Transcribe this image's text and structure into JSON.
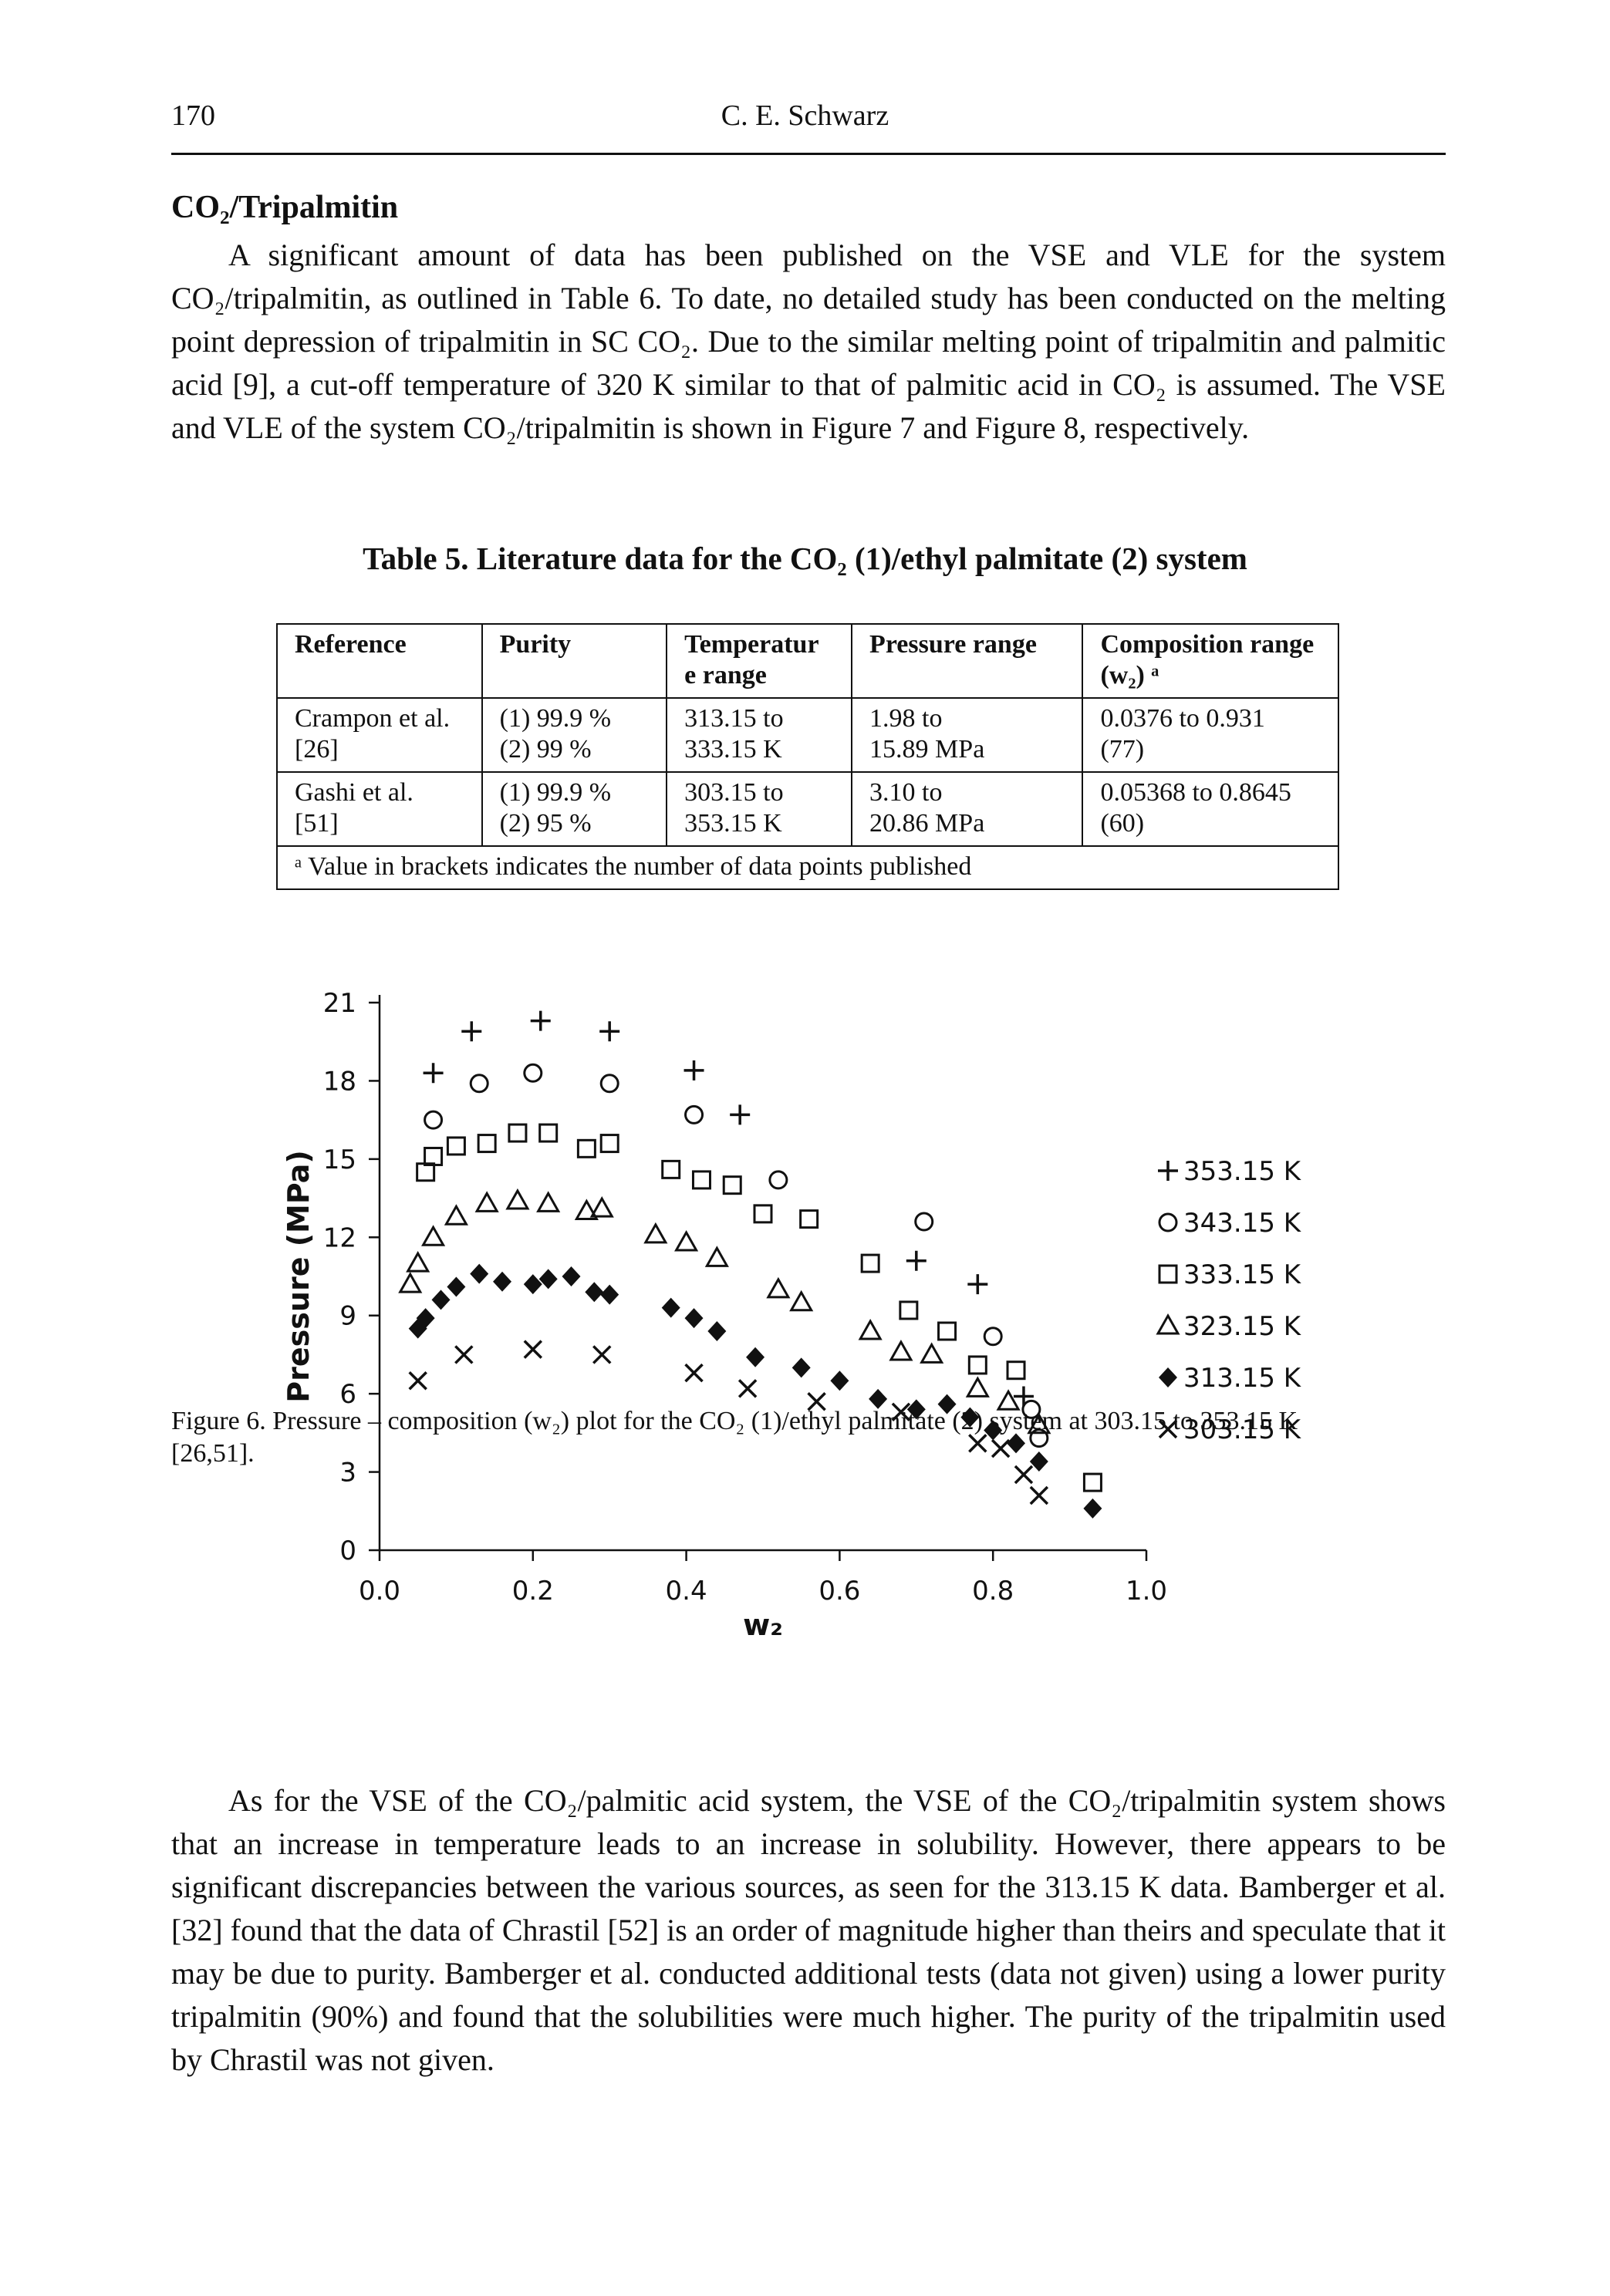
{
  "header": {
    "page_number": "170",
    "author": "C. E. Schwarz"
  },
  "section_title": "CO₂/Tripalmitin",
  "paragraph1": "A significant amount of data has been published on the VSE and VLE for the system CO₂/tripalmitin, as outlined in Table 6. To date, no detailed study has been conducted on the melting point depression of tripalmitin in SC CO₂. Due to the similar melting point of tripalmitin and palmitic acid [9], a cut-off temperature of 320 K similar to that of palmitic acid in CO₂ is assumed. The VSE and VLE of the system CO₂/tripalmitin is shown in Figure 7 and Figure 8, respectively.",
  "table": {
    "caption": "Table 5. Literature data for the CO₂ (1)/ethyl palmitate (2) system",
    "headers": [
      "Reference",
      "Purity",
      "Temperatur e range",
      "Pressure range",
      "Composition range (w₂) ᵃ"
    ],
    "rows": [
      [
        [
          "Crampon et al.",
          "[26]"
        ],
        [
          "(1) 99.9 %",
          "(2) 99 %"
        ],
        [
          "313.15 to",
          "333.15 K"
        ],
        [
          "1.98 to",
          "15.89 MPa"
        ],
        [
          "0.0376 to 0.931",
          "(77)"
        ]
      ],
      [
        [
          "Gashi et al.",
          "[51]"
        ],
        [
          "(1) 99.9 %",
          "(2) 95 %"
        ],
        [
          "303.15 to",
          "353.15 K"
        ],
        [
          "3.10 to",
          "20.86 MPa"
        ],
        [
          "0.05368 to 0.8645",
          "(60)"
        ]
      ]
    ],
    "footnote": "ᵃ Value in brackets indicates the number of data points published"
  },
  "chart_data": {
    "type": "scatter",
    "xlabel": "w₂",
    "ylabel": "Pressure (MPa)",
    "xlim": [
      0.0,
      1.0
    ],
    "ylim": [
      0,
      21
    ],
    "xticks": [
      "0.0",
      "0.2",
      "0.4",
      "0.6",
      "0.8",
      "1.0"
    ],
    "yticks": [
      "0",
      "3",
      "6",
      "9",
      "12",
      "15",
      "18",
      "21"
    ],
    "legend_position": "right",
    "grid": false,
    "series": [
      {
        "name": "353.15 K",
        "marker": "plus",
        "points": [
          [
            0.07,
            18.3
          ],
          [
            0.12,
            19.9
          ],
          [
            0.21,
            20.3
          ],
          [
            0.3,
            19.9
          ],
          [
            0.41,
            18.4
          ],
          [
            0.47,
            16.7
          ],
          [
            0.7,
            11.1
          ],
          [
            0.78,
            10.2
          ],
          [
            0.84,
            5.9
          ]
        ]
      },
      {
        "name": "343.15 K",
        "marker": "circle",
        "points": [
          [
            0.07,
            16.5
          ],
          [
            0.13,
            17.9
          ],
          [
            0.2,
            18.3
          ],
          [
            0.3,
            17.9
          ],
          [
            0.41,
            16.7
          ],
          [
            0.52,
            14.2
          ],
          [
            0.71,
            12.6
          ],
          [
            0.8,
            8.2
          ],
          [
            0.85,
            5.4
          ],
          [
            0.86,
            4.3
          ]
        ]
      },
      {
        "name": "333.15 K",
        "marker": "square",
        "points": [
          [
            0.06,
            14.5
          ],
          [
            0.07,
            15.1
          ],
          [
            0.1,
            15.5
          ],
          [
            0.14,
            15.6
          ],
          [
            0.18,
            16.0
          ],
          [
            0.22,
            16.0
          ],
          [
            0.27,
            15.4
          ],
          [
            0.3,
            15.6
          ],
          [
            0.38,
            14.6
          ],
          [
            0.42,
            14.2
          ],
          [
            0.46,
            14.0
          ],
          [
            0.5,
            12.9
          ],
          [
            0.56,
            12.7
          ],
          [
            0.64,
            11.0
          ],
          [
            0.69,
            9.2
          ],
          [
            0.74,
            8.4
          ],
          [
            0.78,
            7.1
          ],
          [
            0.83,
            6.9
          ],
          [
            0.93,
            2.6
          ]
        ]
      },
      {
        "name": "323.15 K",
        "marker": "triangle",
        "points": [
          [
            0.04,
            10.2
          ],
          [
            0.05,
            11.0
          ],
          [
            0.07,
            12.0
          ],
          [
            0.1,
            12.8
          ],
          [
            0.14,
            13.3
          ],
          [
            0.18,
            13.4
          ],
          [
            0.22,
            13.3
          ],
          [
            0.27,
            13.0
          ],
          [
            0.29,
            13.1
          ],
          [
            0.36,
            12.1
          ],
          [
            0.4,
            11.8
          ],
          [
            0.44,
            11.2
          ],
          [
            0.52,
            10.0
          ],
          [
            0.55,
            9.5
          ],
          [
            0.64,
            8.4
          ],
          [
            0.68,
            7.6
          ],
          [
            0.72,
            7.5
          ],
          [
            0.78,
            6.2
          ],
          [
            0.82,
            5.7
          ],
          [
            0.86,
            4.8
          ]
        ]
      },
      {
        "name": "313.15 K",
        "marker": "diamond",
        "points": [
          [
            0.05,
            8.5
          ],
          [
            0.06,
            8.9
          ],
          [
            0.08,
            9.6
          ],
          [
            0.1,
            10.1
          ],
          [
            0.13,
            10.6
          ],
          [
            0.16,
            10.3
          ],
          [
            0.2,
            10.2
          ],
          [
            0.22,
            10.4
          ],
          [
            0.25,
            10.5
          ],
          [
            0.28,
            9.9
          ],
          [
            0.3,
            9.8
          ],
          [
            0.38,
            9.3
          ],
          [
            0.41,
            8.9
          ],
          [
            0.44,
            8.4
          ],
          [
            0.49,
            7.4
          ],
          [
            0.55,
            7.0
          ],
          [
            0.6,
            6.5
          ],
          [
            0.65,
            5.8
          ],
          [
            0.7,
            5.4
          ],
          [
            0.74,
            5.6
          ],
          [
            0.77,
            5.1
          ],
          [
            0.8,
            4.6
          ],
          [
            0.83,
            4.1
          ],
          [
            0.86,
            3.4
          ],
          [
            0.93,
            1.6
          ]
        ]
      },
      {
        "name": "303.15 K",
        "marker": "cross",
        "points": [
          [
            0.05,
            6.5
          ],
          [
            0.11,
            7.5
          ],
          [
            0.2,
            7.7
          ],
          [
            0.29,
            7.5
          ],
          [
            0.41,
            6.8
          ],
          [
            0.48,
            6.2
          ],
          [
            0.57,
            5.7
          ],
          [
            0.68,
            5.3
          ],
          [
            0.78,
            4.1
          ],
          [
            0.81,
            3.9
          ],
          [
            0.84,
            2.9
          ],
          [
            0.86,
            2.1
          ]
        ]
      }
    ]
  },
  "figure_caption": "Figure 6. Pressure – composition (w₂) plot for the CO₂ (1)/ethyl palmitate (2) system at 303.15 to 353.15 K [26,51].",
  "paragraph2": "As for the VSE of the CO₂/palmitic acid system, the VSE of the CO₂/tripalmitin system shows that an increase in temperature leads to an increase in solubility. However, there appears to be significant discrepancies between the various sources, as seen for the 313.15 K data. Bamberger et al. [32] found that the data of Chrastil [52] is an order of magnitude higher than theirs and speculate that it may be due to purity. Bamberger et al. conducted additional tests (data not given) using a lower purity tripalmitin (90%) and found that the solubilities were much higher. The purity of the tripalmitin used by Chrastil was not given."
}
